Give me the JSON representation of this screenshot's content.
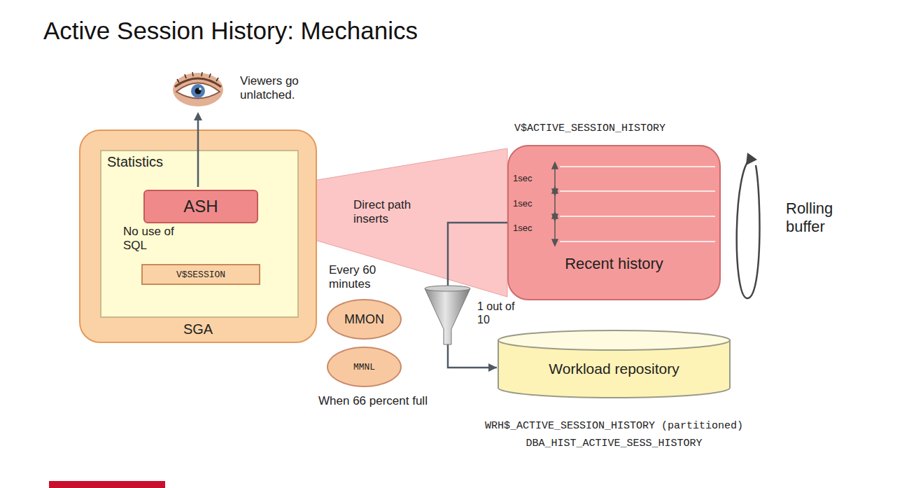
{
  "diagram": {
    "title": "Active Session History: Mechanics",
    "nodes": [
      {
        "text": [
          "SGA"
        ]
      },
      {
        "text": [
          "Statistics"
        ],
        "in": 0
      },
      {
        "text": [
          "ASH"
        ],
        "in": 1
      },
      {
        "text": [
          "V$SESSION"
        ],
        "in": 1
      },
      {
        "text": [
          "V$ACTIVE_SESSION_HISTORY",
          "Recent history"
        ]
      },
      {
        "text": [
          "MMON"
        ]
      },
      {
        "text": [
          "MMNL"
        ]
      },
      {
        "text": [
          "Workload repository",
          "WRH$_ACTIVE_SESSION_HISTORY (partitioned)",
          "DBA_HIST_ACTIVE_SESS_HISTORY"
        ]
      }
    ],
    "edges": [
      {
        "from": 3,
        "to": 2,
        "arrow": "to",
        "label": "No use of SQL"
      },
      {
        "from": 2,
        "to": 4,
        "arrow": "none",
        "label": "Direct path inserts"
      },
      {
        "from": 4,
        "to": 7,
        "arrow": "to",
        "label": "1 out of 10"
      }
    ],
    "labels": [
      "Viewers go unlatched.",
      "1sec",
      "1sec",
      "1sec",
      "Rolling buffer",
      "Every 60 minutes",
      "When 66 percent full"
    ]
  }
}
